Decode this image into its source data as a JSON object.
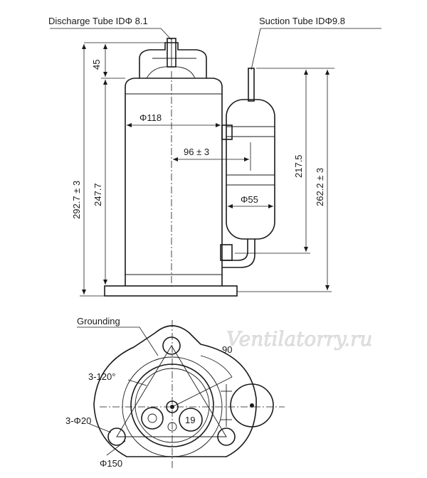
{
  "labels": {
    "discharge": "Discharge Tube IDΦ 8.1",
    "suction": "Suction Tube IDΦ9.8",
    "dim_45": "45",
    "dim_118": "Φ118",
    "dim_96": "96 ± 3",
    "dim_2175": "217.5",
    "dim_2622": "262.2 ± 3",
    "dim_55": "Φ55",
    "dim_2927": "292.7 ± 3",
    "dim_2477": "247.7",
    "grounding": "Grounding",
    "angle_90": "90",
    "angle_120": "3-120°",
    "holes_20": "3-Φ20",
    "circle_150": "Φ150",
    "dim_19": "19"
  },
  "watermark": "Ventilatorry.ru"
}
